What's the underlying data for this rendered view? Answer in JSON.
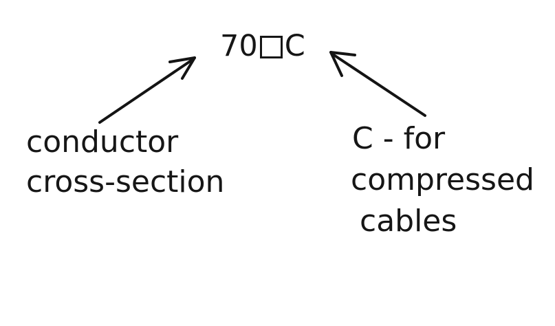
{
  "page": {
    "background_color": "#ffffff",
    "ink_color": "#161616"
  },
  "diagram": {
    "title": {
      "prefix": "70",
      "square_symbol": "□",
      "suffix": "C"
    },
    "labels": {
      "left": {
        "line1": "conductor",
        "line2": "cross-section"
      },
      "right": {
        "line1": "C - for",
        "line2": "compressed",
        "line3": "cables"
      }
    },
    "arrows": [
      {
        "name": "left-arrow",
        "from": "conductor cross-section label",
        "to": "70 square symbol (conductor cross-section position)"
      },
      {
        "name": "right-arrow",
        "from": "C - for compressed cables label",
        "to": "C symbol (compressed cables marking)"
      }
    ]
  }
}
